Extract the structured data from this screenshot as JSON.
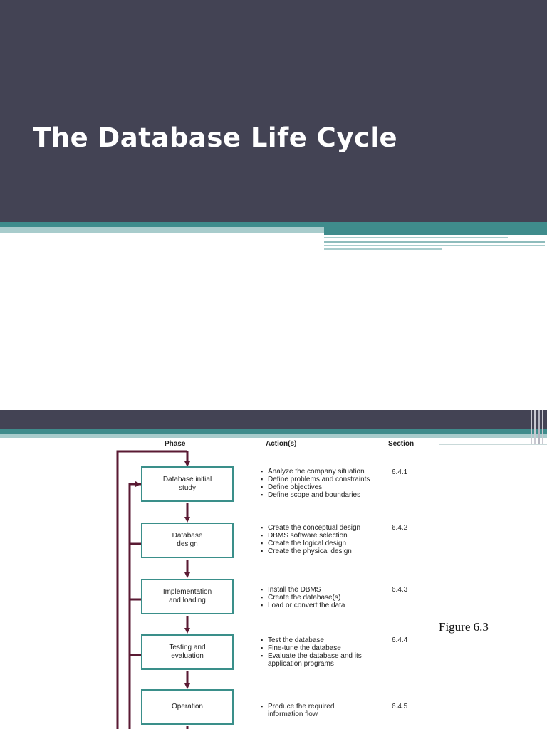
{
  "slide1": {
    "title": "The Database Life Cycle",
    "colors": {
      "header": "#434354",
      "accent": "#3f8c8c",
      "accent_light": "#a8cccc"
    }
  },
  "slide2": {
    "column_headers": {
      "phase": "Phase",
      "actions": "Action(s)",
      "section": "Section"
    },
    "phases": [
      {
        "label": "Database initial\nstudy",
        "actions": [
          "Analyze the company situation",
          "Define problems and constraints",
          "Define objectives",
          "Define scope and boundaries"
        ],
        "section": "6.4.1"
      },
      {
        "label": "Database\ndesign",
        "actions": [
          "Create the conceptual design",
          "DBMS software selection",
          "Create the logical design",
          "Create the physical design"
        ],
        "section": "6.4.2"
      },
      {
        "label": "Implementation\nand loading",
        "actions": [
          "Install the DBMS",
          "Create the database(s)",
          "Load or convert the data"
        ],
        "section": "6.4.3"
      },
      {
        "label": "Testing and\nevaluation",
        "actions": [
          "Test the database",
          "Fine-tune the database",
          "Evaluate the database and its\napplication programs"
        ],
        "section": "6.4.4"
      },
      {
        "label": "Operation",
        "actions": [
          "Produce the required\ninformation flow"
        ],
        "section": "6.4.5"
      }
    ],
    "caption": "Figure 6.3",
    "colors": {
      "arrow": "#5a1a33",
      "box_border": "#3a8f8a"
    }
  }
}
